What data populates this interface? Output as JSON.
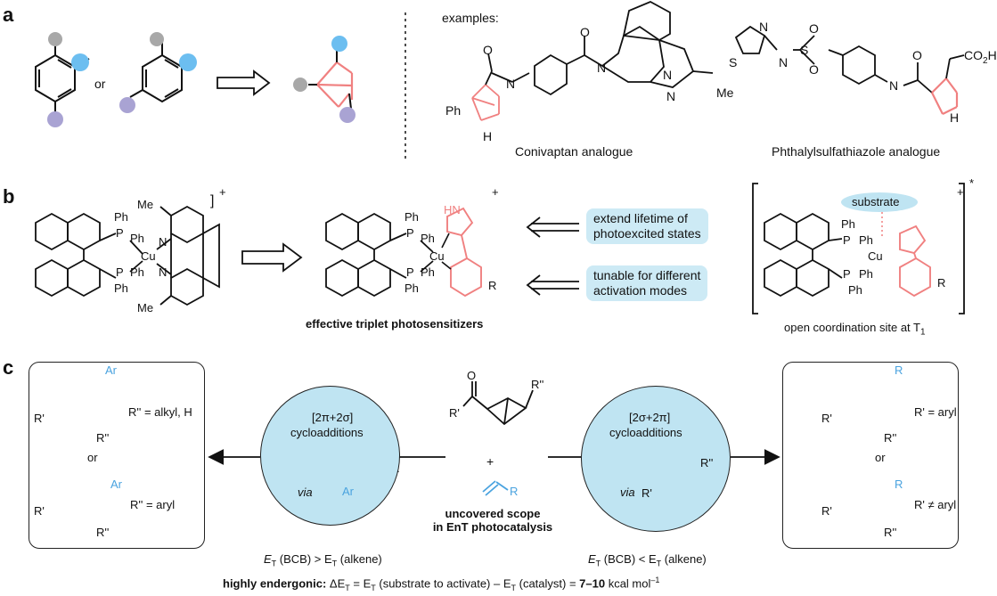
{
  "panels": {
    "a": "a",
    "b": "b",
    "c": "c"
  },
  "colors": {
    "bicyclic_red": "#f08080",
    "blue_substituent": "#6cbef0",
    "purple_substituent": "#a9a3d3",
    "grey_substituent": "#a8a8a8",
    "pill_bg": "#cdeaf5",
    "circle_bg": "#bfe4f2",
    "accent_blue": "#4aa3df"
  },
  "panel_a": {
    "or": "or",
    "examples": "examples:",
    "conivaptan_caption": "Conivaptan analogue",
    "phthalyl_caption": "Phthalylsulfathiazole analogue",
    "atoms": {
      "O": "O",
      "N": "N",
      "NH": "N",
      "H": "H",
      "Ph": "Ph",
      "Me": "Me",
      "CO2H": "CO",
      "CO2H_sub": "2",
      "CO2H_end": "H",
      "S": "S",
      "HN": "N"
    }
  },
  "panel_b": {
    "charge_plus": "+",
    "charge_star": "*",
    "pill1": "extend lifetime of photoexcited states",
    "pill1_l1": "extend lifetime of",
    "pill1_l2": "photoexcited states",
    "pill2_l1": "tunable for different",
    "pill2_l2": "activation modes",
    "substrate": "substrate",
    "caption_effective": "effective triplet photosensitizers",
    "caption_open": "open coordination site at T",
    "caption_open_sub": "1",
    "atoms": {
      "Ph": "Ph",
      "P": "P",
      "Cu": "Cu",
      "N": "N",
      "HN": "HN",
      "Me": "Me",
      "R": "R"
    }
  },
  "panel_c": {
    "left_box": {
      "top_label": "R'' = alkyl, H",
      "or": "or",
      "bottom_label": "R'' = aryl",
      "Ar": "Ar"
    },
    "right_box": {
      "top_label": "R' = aryl",
      "or": "or",
      "bottom_label": "R' ≠ aryl",
      "R": "R"
    },
    "left_circle": {
      "line1": "[2π+2σ]",
      "line2": "cycloadditions",
      "via": "via",
      "Ar": "Ar"
    },
    "right_circle": {
      "line1": "[2σ+2π]",
      "line2": "cycloadditions",
      "via": "via",
      "Rpp": "R''",
      "Rp": "R'"
    },
    "center": {
      "plus": "+",
      "R": "R",
      "Rp": "R'",
      "Rpp": "R''",
      "caption_l1": "uncovered scope",
      "caption_l2": "in EnT photocatalysis"
    },
    "left_condition": "(BCB) > E",
    "left_condition_end": "(alkene)",
    "right_condition": "(BCB) < E",
    "right_condition_end": "(alkene)",
    "bottom_bold": "highly endergonic:",
    "bottom_formula_a": " ΔE",
    "bottom_formula_b": " = E",
    "bottom_formula_c": " (substrate to activate) – E",
    "bottom_formula_d": " (catalyst) = ",
    "bottom_value": "7–10",
    "bottom_unit": " kcal mol",
    "bottom_unit_exp": "–1",
    "E": "E",
    "T": "T"
  }
}
